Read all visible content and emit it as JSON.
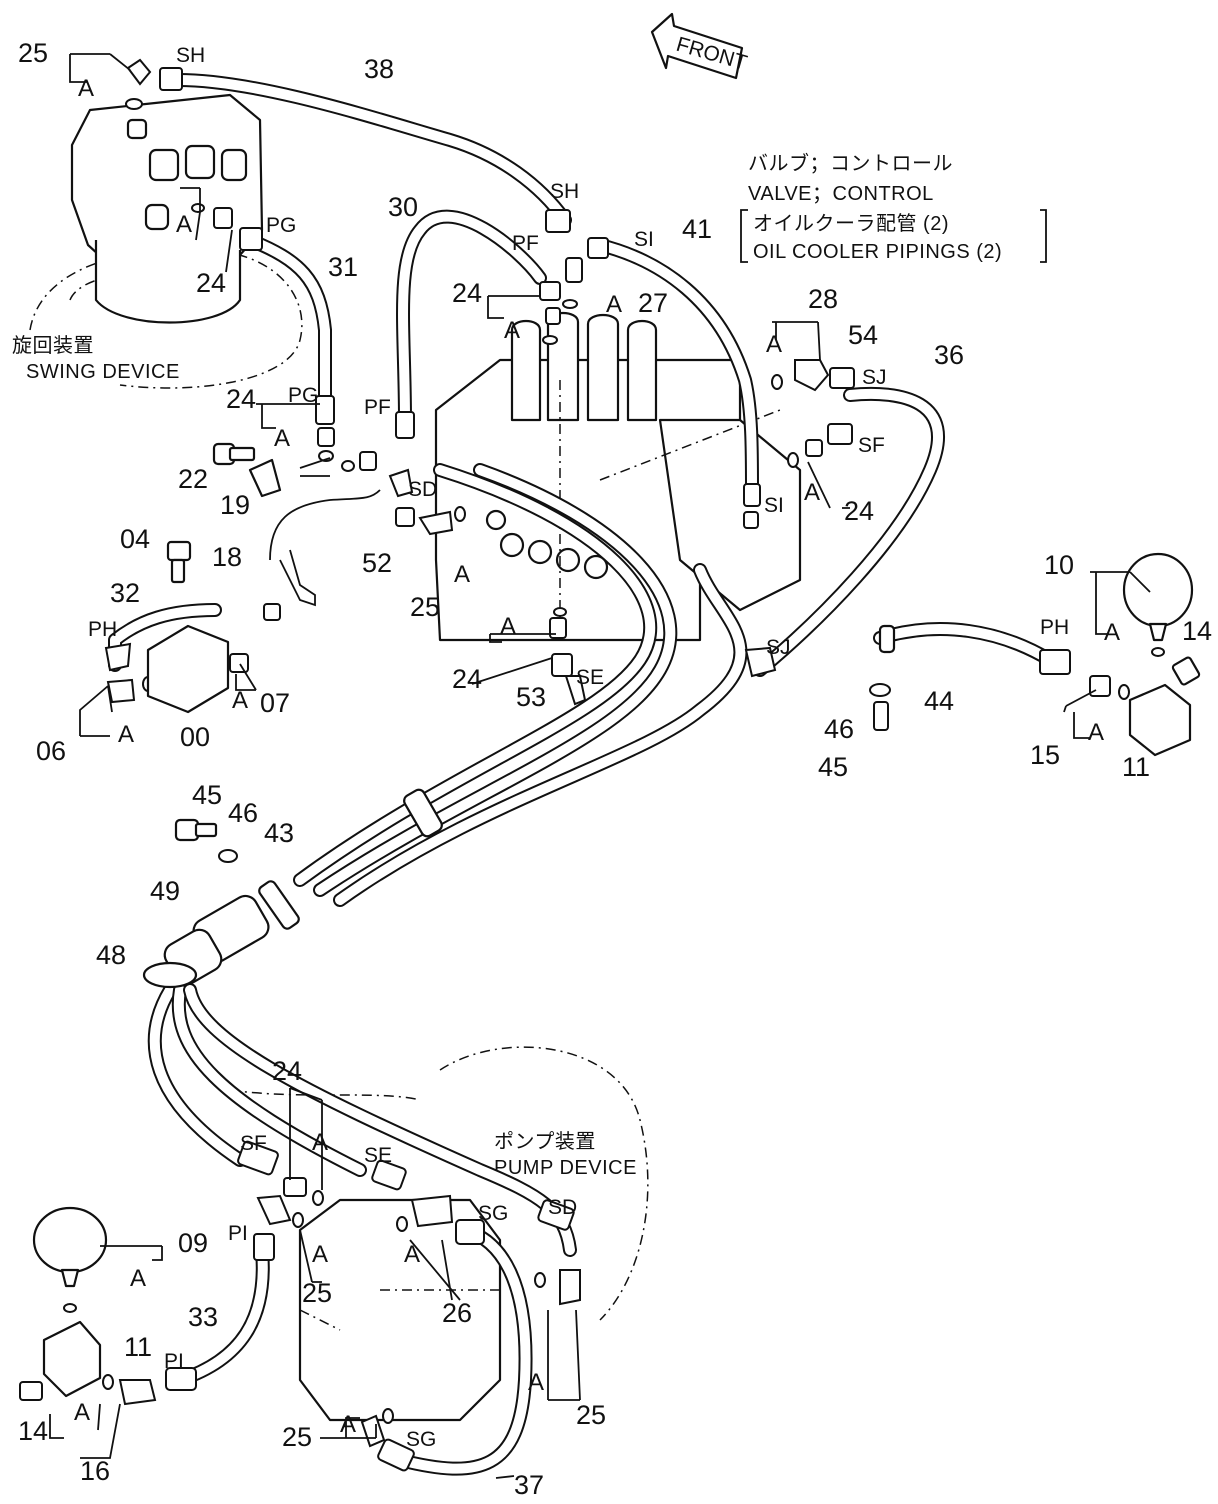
{
  "front_label": "FRONT",
  "annotations": {
    "control_valve_jp": "バルブ；コントロール",
    "control_valve_en": "VALVE；CONTROL",
    "oil_cooler_jp": "オイルクーラ配管 (2)",
    "oil_cooler_en": "OIL  COOLER  PIPINGS (2)",
    "swing_device_jp": "旋回装置",
    "swing_device_en": "SWING  DEVICE",
    "pump_device_jp": "ポンプ装置",
    "pump_device_en": "PUMP  DEVICE"
  },
  "part_numbers": {
    "p00": "00",
    "p04": "04",
    "p06": "06",
    "p07": "07",
    "p09": "09",
    "p10": "10",
    "p11a": "11",
    "p11b": "11",
    "p14a": "14",
    "p14b": "14",
    "p15": "15",
    "p16": "16",
    "p18": "18",
    "p19": "19",
    "p22": "22",
    "p24a": "24",
    "p24b": "24",
    "p24c": "24",
    "p24d": "24",
    "p24e": "24",
    "p24f": "24",
    "p25a": "25",
    "p25b": "25",
    "p25c": "25",
    "p25d": "25",
    "p25e": "25",
    "p26": "26",
    "p27": "27",
    "p28": "28",
    "p30": "30",
    "p31": "31",
    "p32": "32",
    "p33": "33",
    "p36": "36",
    "p37": "37",
    "p38": "38",
    "p41": "41",
    "p43": "43",
    "p44": "44",
    "p45a": "45",
    "p45b": "45",
    "p46a": "46",
    "p46b": "46",
    "p48": "48",
    "p49": "49",
    "p52": "52",
    "p53": "53",
    "p54": "54"
  },
  "port_codes": {
    "sh1": "SH",
    "sh2": "SH",
    "pg1": "PG",
    "pg2": "PG",
    "pf1": "PF",
    "pf2": "PF",
    "si1": "SI",
    "si2": "SI",
    "sj1": "SJ",
    "sj2": "SJ",
    "sf1": "SF",
    "sf2": "SF",
    "sd1": "SD",
    "sd2": "SD",
    "se1": "SE",
    "se2": "SE",
    "sg1": "SG",
    "sg2": "SG",
    "ph1": "PH",
    "ph2": "PH",
    "pi1": "PI",
    "pi2": "PI"
  },
  "seal_letter": "A"
}
